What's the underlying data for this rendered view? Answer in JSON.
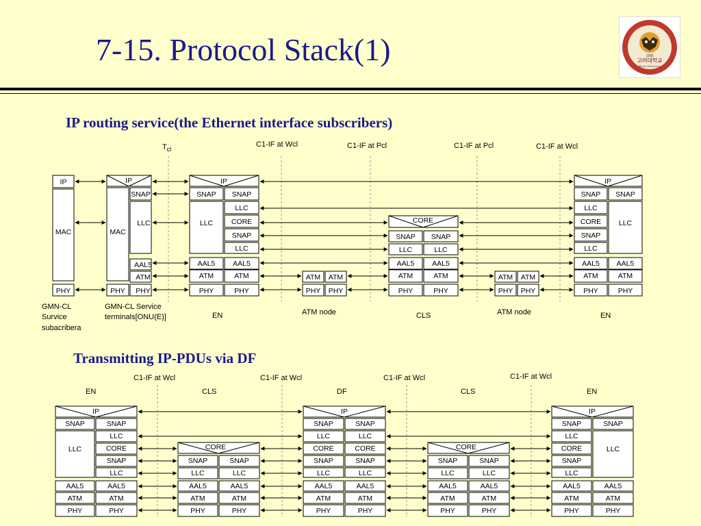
{
  "title": "7-15. Protocol Stack(1)",
  "logo": {
    "icon": "korea-university-tiger-emblem",
    "text": "고려대학교",
    "est": "1905",
    "sub": "Korea University"
  },
  "section1": {
    "heading": "IP routing service(the Ethernet interface subscribers)",
    "ref_labels": {
      "tcl_main": "T",
      "tcl_sub": "cl",
      "if1": "C1-IF at Wcl",
      "if2": "C1-IF at Pcl",
      "if3": "C1-IF at Pcl",
      "if4": "C1-IF at Wcl"
    },
    "node_labels": {
      "subscriber": [
        "GMN-CL",
        "Survice",
        "subacribera"
      ],
      "terminal": [
        "GMN-CL Service",
        "terminals[ONU(E)]"
      ],
      "en_left": "EN",
      "atm_node_left": "ATM node",
      "cls": "CLS",
      "atm_node_right": "ATM node",
      "en_right": "EN"
    }
  },
  "section2": {
    "heading": "Transmitting IP-PDUs via DF",
    "ref_labels": {
      "if1": "C1-IF at Wcl",
      "if2": "C1-IF at Wcl",
      "if3": "C1-IF at Wcl",
      "if4": "C1-IF at Wcl"
    },
    "node_labels": {
      "en_left": "EN",
      "cls_left": "CLS",
      "df": "DF",
      "cls_right": "CLS",
      "en_right": "EN"
    }
  },
  "layers": {
    "ip": "IP",
    "snap": "SNAP",
    "llc": "LLC",
    "core": "CORE",
    "aal5": "AAL5",
    "atm": "ATM",
    "phy": "PHY",
    "mac": "MAC"
  }
}
